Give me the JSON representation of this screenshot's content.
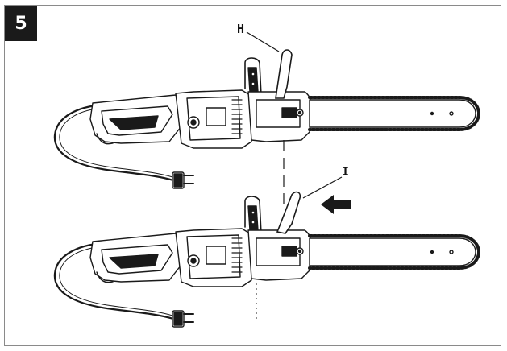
{
  "figure": {
    "number": "5"
  },
  "callouts": {
    "h": "H",
    "i": "I"
  },
  "colors": {
    "line": "#1a1a1a",
    "badge": "#1a1a1a",
    "frame": "#8a8a8a"
  },
  "icons": [
    "chainsaw-illustration",
    "arrow-left-icon",
    "power-plug-icon"
  ]
}
